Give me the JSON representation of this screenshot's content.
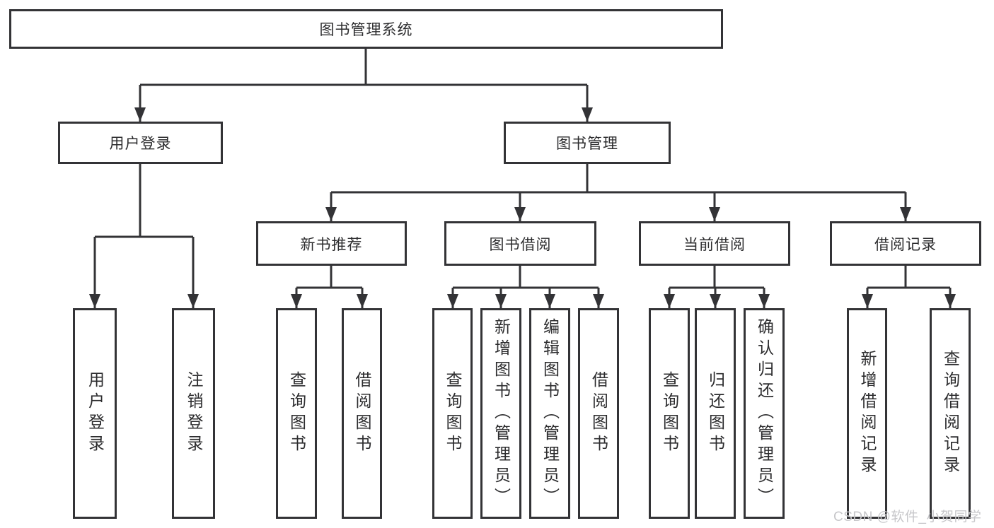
{
  "diagram": {
    "root": {
      "label": "图书管理系统"
    },
    "branches": [
      {
        "label": "用户登录",
        "children": [
          {
            "label": "用户登录"
          },
          {
            "label": "注销登录"
          }
        ]
      },
      {
        "label": "图书管理",
        "children": [
          {
            "label": "新书推荐",
            "children": [
              {
                "label": "查询图书"
              },
              {
                "label": "借阅图书"
              }
            ]
          },
          {
            "label": "图书借阅",
            "children": [
              {
                "label": "查询图书"
              },
              {
                "label": "新增图书（管理员）"
              },
              {
                "label": "编辑图书（管理员）"
              },
              {
                "label": "借阅图书"
              }
            ]
          },
          {
            "label": "当前借阅",
            "children": [
              {
                "label": "查询图书"
              },
              {
                "label": "归还图书"
              },
              {
                "label": "确认归还（管理员）"
              }
            ]
          },
          {
            "label": "借阅记录",
            "children": [
              {
                "label": "新增借阅记录"
              },
              {
                "label": "查询借阅记录"
              }
            ]
          }
        ]
      }
    ]
  },
  "watermark": {
    "text": "CSDN @软件_小贺同学",
    "color": "#c7c7ca"
  },
  "colors": {
    "line": "#333336",
    "text": "#2c2c2e",
    "node_background": "#ffffff",
    "page_background": "#ffffff"
  }
}
